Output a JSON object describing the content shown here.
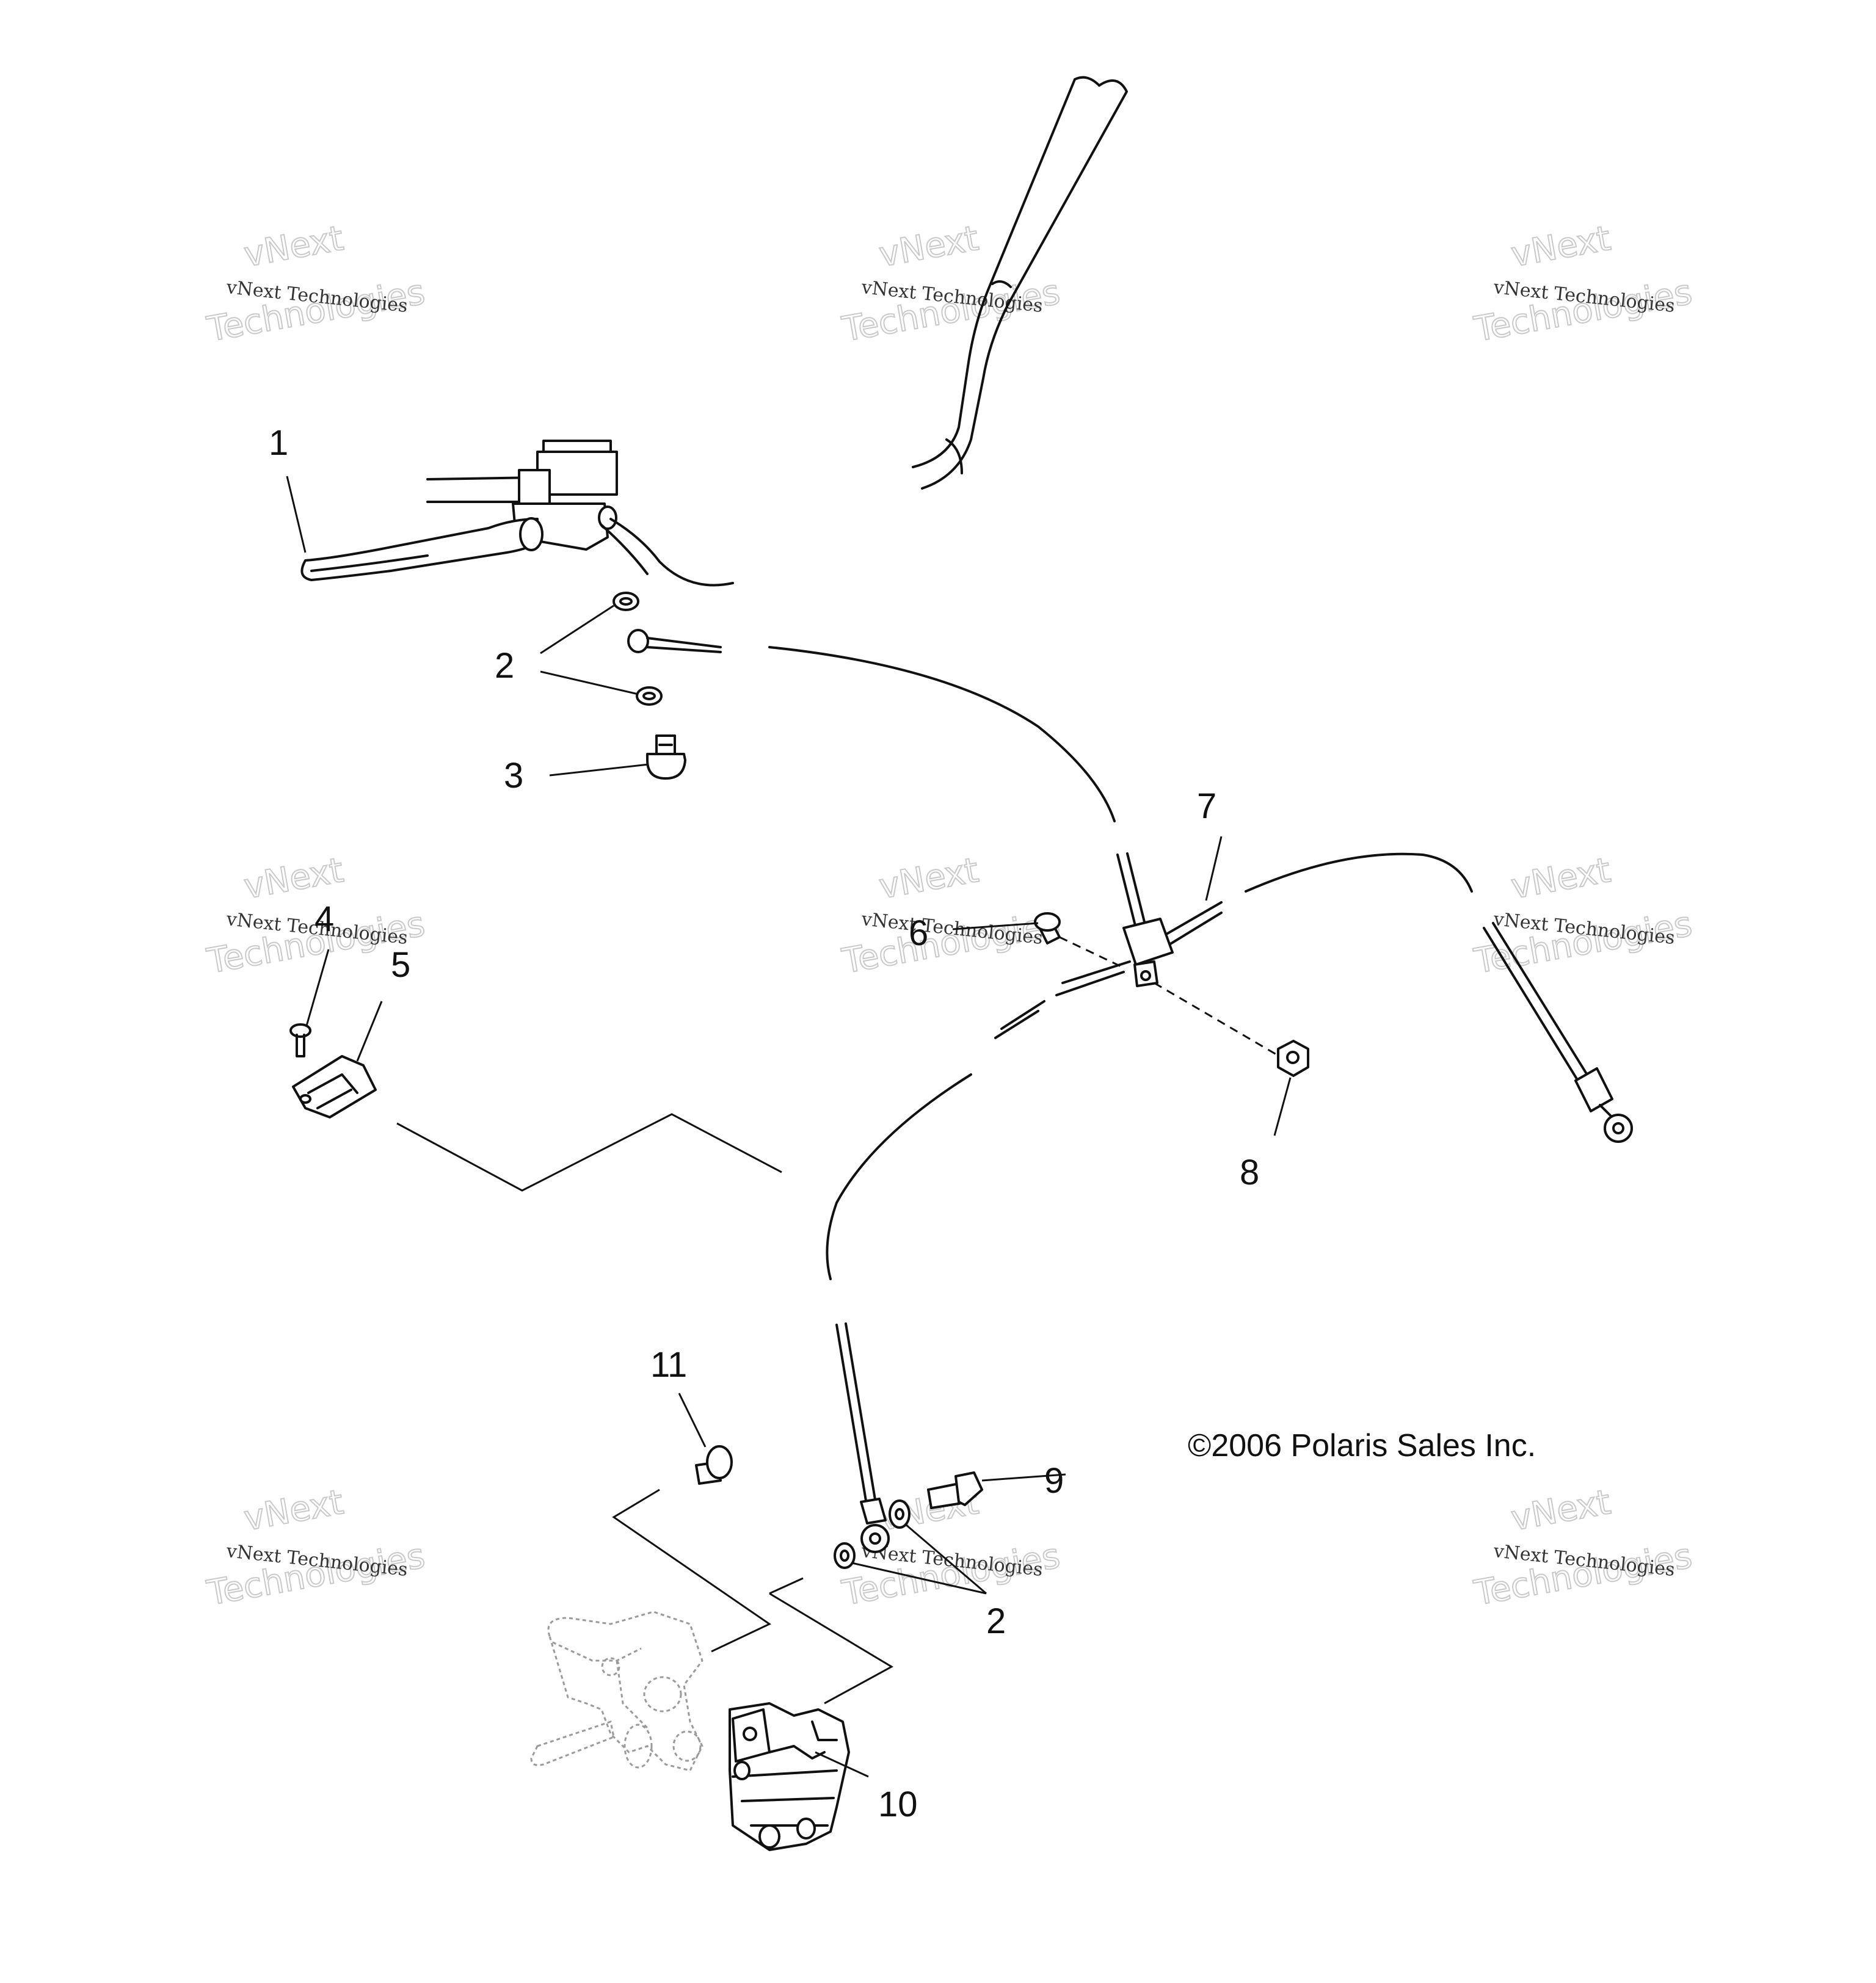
{
  "callouts": {
    "c1": "1",
    "c2a": "2",
    "c3": "3",
    "c4": "4",
    "c5": "5",
    "c6": "6",
    "c7": "7",
    "c8": "8",
    "c9": "9",
    "c10": "10",
    "c11": "11",
    "c2b": "2"
  },
  "copyright": "©2006 Polaris Sales Inc.",
  "watermark": {
    "line_small": "vNext Technologies",
    "line_big_a": "vNext",
    "line_big_b": "Technologies"
  }
}
